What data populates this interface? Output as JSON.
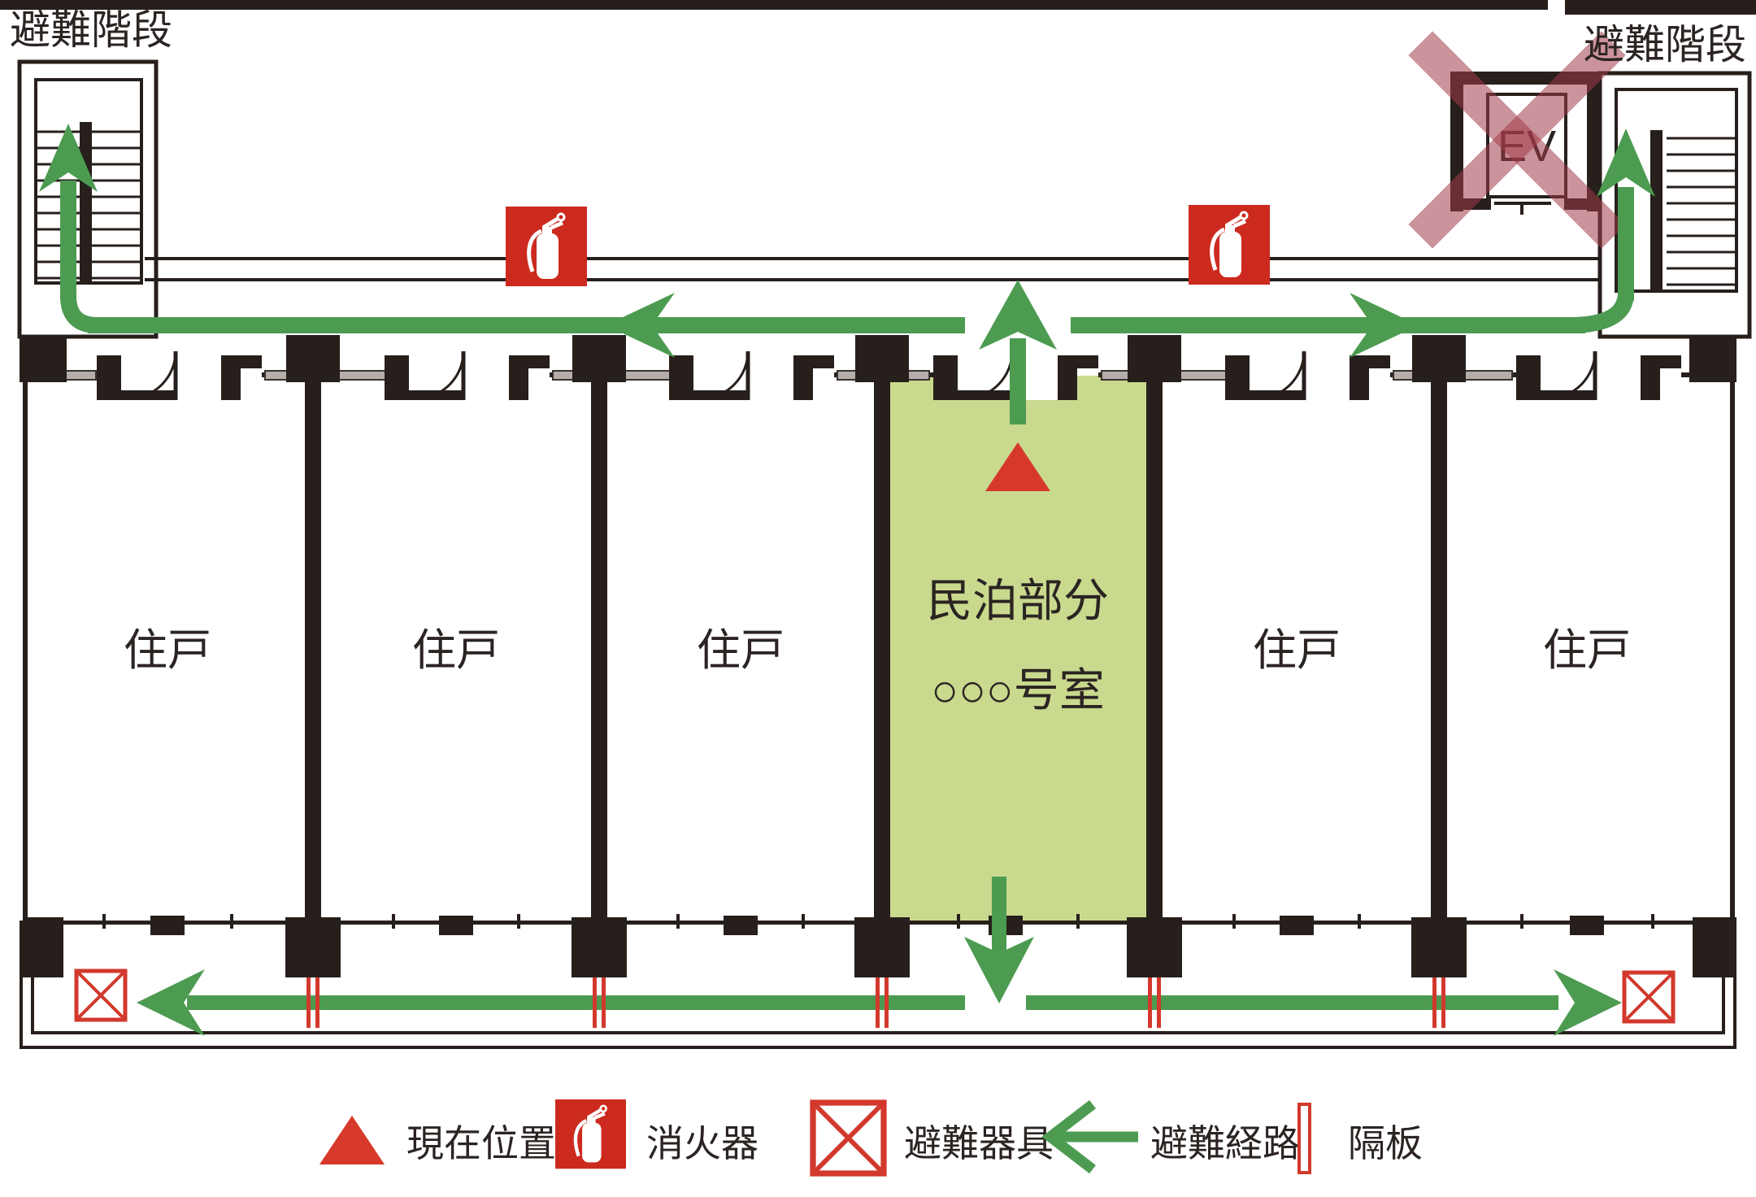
{
  "plan": {
    "stairs_left_label": "避難階段",
    "stairs_right_label": "避難階段",
    "elevator_label": "EV",
    "unit_labels": [
      "住戸",
      "住戸",
      "住戸",
      "住戸",
      "住戸"
    ],
    "minpaku_label_line1": "民泊部分",
    "minpaku_label_line2": "○○○号室"
  },
  "legend": {
    "current_position_label": "現在位置",
    "extinguisher_label": "消火器",
    "equipment_label": "避難器具",
    "route_label": "避難経路",
    "partition_label": "隔板"
  },
  "colors": {
    "route_green": "#4c9b51",
    "room_highlight_green": "#c9d98e",
    "extinguisher_red": "#cc2a1e",
    "marker_red": "#d6382a",
    "partition_red": "#d2392c",
    "elevator_crossout_pink": "#a03a48",
    "wall_black": "#271f1b"
  }
}
